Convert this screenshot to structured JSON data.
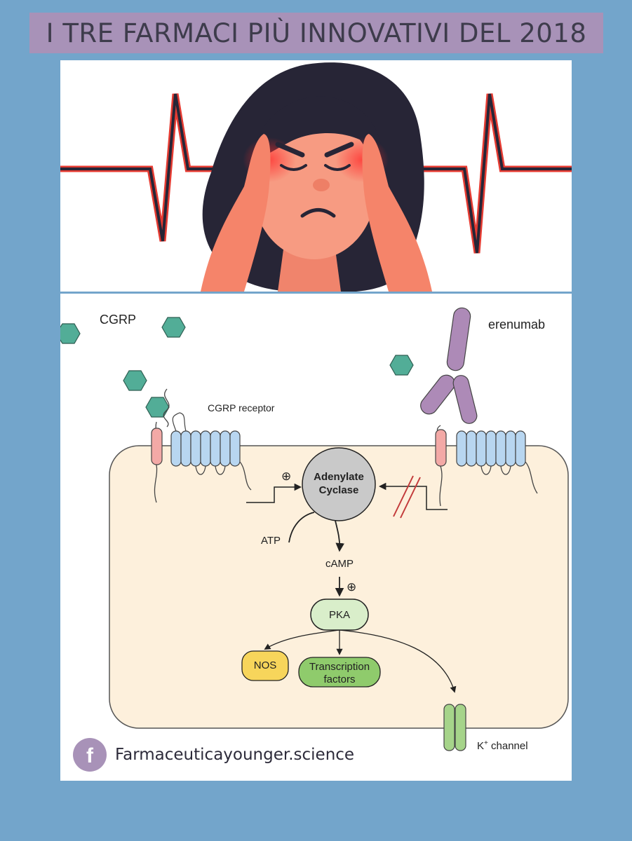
{
  "header": {
    "title": "I TRE FARMACI PIÙ INNOVATIVI DEL 2018"
  },
  "diagram": {
    "labels": {
      "cgrp": "CGRP",
      "erenumab": "erenumab",
      "cgrp_receptor": "CGRP receptor",
      "adenylate": "Adenylate",
      "cyclase": "Cyclase",
      "atp": "ATP",
      "camp": "cAMP",
      "pka": "PKA",
      "nos": "NOS",
      "transcription": "Transcription",
      "factors": "factors",
      "k_channel": "K",
      "k_sup": "+",
      "k_channel_suffix": " channel",
      "plus": "⊕"
    },
    "colors": {
      "cell": "#fdf0dc",
      "hexagon": "#52ad97",
      "receptor": "#b8d6f0",
      "ramp": "#f3a9a6",
      "antibody": "#ad8ab7",
      "cyclase": "#c9c9c9",
      "pka": "#d9eeca",
      "nos": "#f7d55b",
      "transcription": "#8fcb6c",
      "k_channel": "#a6d48a",
      "block": "#c33b3b"
    }
  },
  "watermark": {
    "icon": "facebook-icon",
    "letter": "f",
    "text": "Farmaceuticayounger.science"
  }
}
